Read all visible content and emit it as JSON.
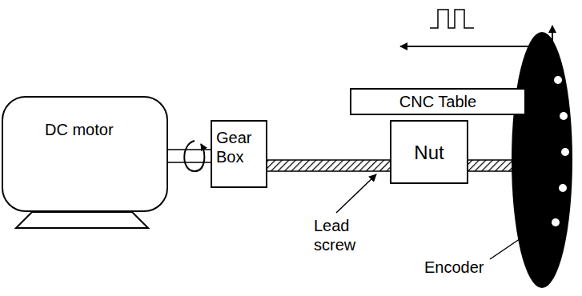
{
  "diagram": {
    "nodes": [
      {
        "text": [
          "DC motor"
        ]
      },
      {
        "text": [
          "Gear Box"
        ]
      },
      {
        "text": [
          "CNC Table"
        ]
      },
      {
        "text": [
          "Nut"
        ]
      }
    ],
    "edges": [
      {
        "from": 0,
        "to": 1,
        "arrow": "none"
      },
      {
        "from": 1,
        "to": 3,
        "arrow": "none"
      }
    ],
    "labels": [
      "Lead screw",
      "Encoder"
    ]
  }
}
